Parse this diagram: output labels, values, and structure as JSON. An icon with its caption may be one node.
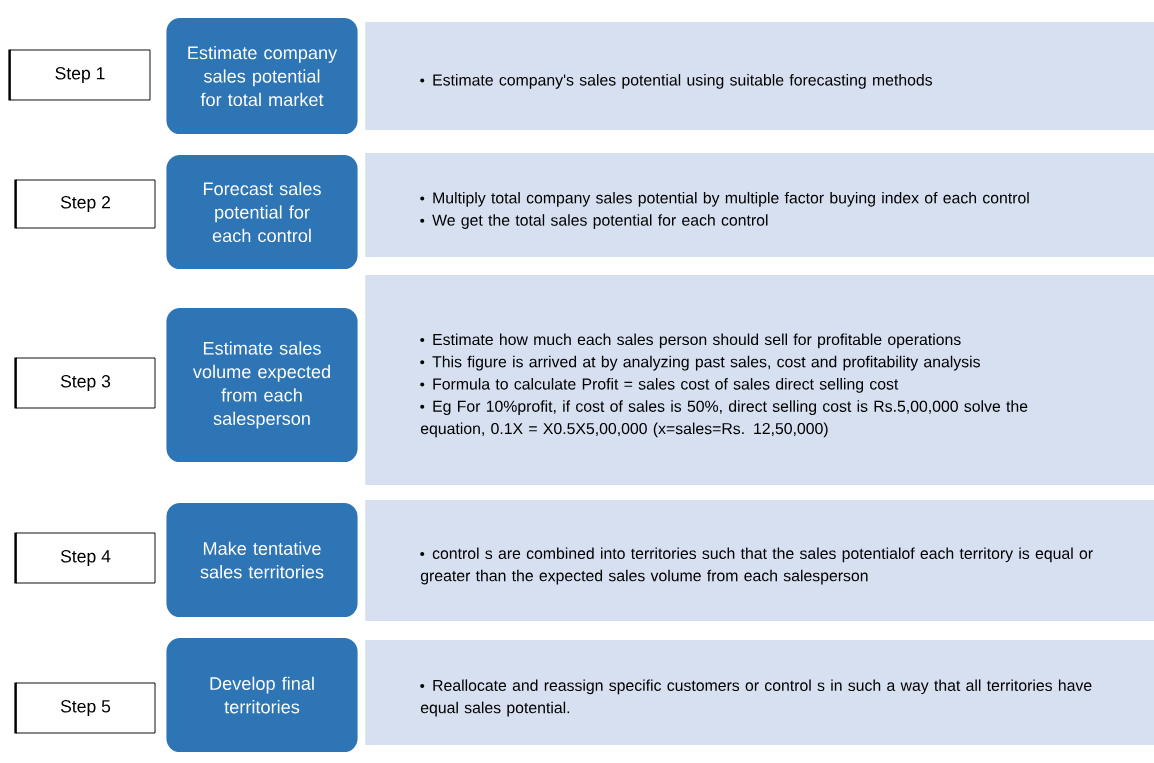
{
  "diagram": {
    "nodes": [
      {
        "text": [
          "Step 1"
        ]
      },
      {
        "text": [
          "Estimate company sales potential for total market"
        ]
      },
      {
        "text": [
          "Estimate company's sales potential using suitable forecasting methods"
        ]
      },
      {
        "text": [
          "Step 2"
        ]
      },
      {
        "text": [
          "Forecast sales potential for each control"
        ]
      },
      {
        "text": [
          "Multiply total company sales potential by multiple factor buying index of each control",
          "We get the total sales potential for each control"
        ]
      },
      {
        "text": [
          "Step 3"
        ]
      },
      {
        "text": [
          "Estimate sales volume expected from each salesperson"
        ]
      },
      {
        "text": [
          "Estimate how much each sales person should sell for profitable operations",
          "This figure is arrived at by analyzing past sales, cost and profitability analysis",
          "Formula to calculate Profit = sales cost of sales direct selling cost",
          "Eg For 10%profit, if cost of sales is 50%, direct selling cost is Rs.5,00,000 solve the equation, 0.1X = X0.5X5,00,000 (x=sales=Rs. 12,50,000)"
        ]
      },
      {
        "text": [
          "Step 4"
        ]
      },
      {
        "text": [
          "Make tentative sales territories"
        ]
      },
      {
        "text": [
          "control s are combined into territories such that the sales potentialof each territory is equal or greater than the expected sales volume from each salesperson"
        ]
      },
      {
        "text": [
          "Step 5"
        ]
      },
      {
        "text": [
          "Develop final territories"
        ]
      },
      {
        "text": [
          "Reallocate and reassign specific customers or control s in such a way that all territories have equal sales potential."
        ]
      }
    ]
  }
}
